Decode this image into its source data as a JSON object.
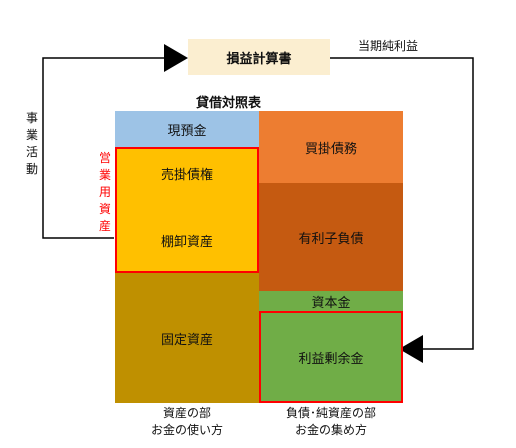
{
  "income_statement": {
    "label": "損益計算書",
    "bg_color": "#fbeed0"
  },
  "net_income_label": "当期純利益",
  "business_activity_label": "事業活動",
  "operating_assets_label": "営業用資産",
  "balance_sheet": {
    "title": "貸借対照表",
    "assets": [
      {
        "label": "現預金",
        "color": "#9dc3e6"
      },
      {
        "label": "売掛債権",
        "color": "#ffc000"
      },
      {
        "label": "棚卸資産",
        "color": "#ffc000"
      },
      {
        "label": "固定資産",
        "color": "#bf9000"
      }
    ],
    "liabilities_equity": [
      {
        "label": "買掛債務",
        "color": "#ed7d31"
      },
      {
        "label": "有利子負債",
        "color": "#c55a11"
      },
      {
        "label": "資本金",
        "color": "#70ad47"
      },
      {
        "label": "利益剰余金",
        "color": "#70ad47"
      }
    ],
    "highlight_color": "#ff0000",
    "assets_caption": {
      "line1": "資産の部",
      "line2": "お金の使い方"
    },
    "liabilities_caption": {
      "line1": "負債･純資産の部",
      "line2": "お金の集め方"
    }
  }
}
